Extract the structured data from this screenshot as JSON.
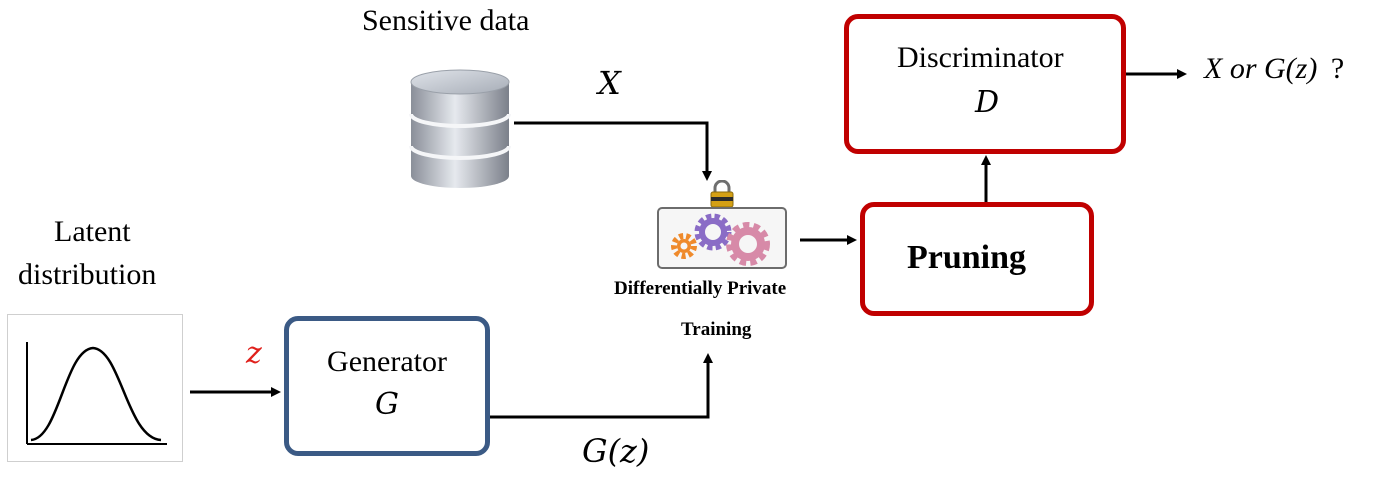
{
  "diagram": {
    "sensitive_data_label": "Sensitive data",
    "latent_label_line1": "Latent",
    "latent_label_line2": "distribution",
    "z_label": "z",
    "x_label": "X",
    "gz_label": "G(z)",
    "generator": {
      "name": "Generator",
      "symbol": "G"
    },
    "discriminator": {
      "name": "Discriminator",
      "symbol": "D"
    },
    "pruning": {
      "label": "Pruning"
    },
    "dp_training": {
      "line1": "Differentially Private",
      "line2": "Training"
    },
    "output_label": "X or G(z)",
    "output_question": "?",
    "colors": {
      "generator_border": "#3b5a85",
      "discriminator_border": "#c00000",
      "pruning_border": "#c00000",
      "z_color": "#e0201b",
      "arrow": "#000000"
    },
    "icons": [
      "database-icon",
      "gaussian-curve-icon",
      "gears-icon",
      "lock-icon"
    ]
  }
}
